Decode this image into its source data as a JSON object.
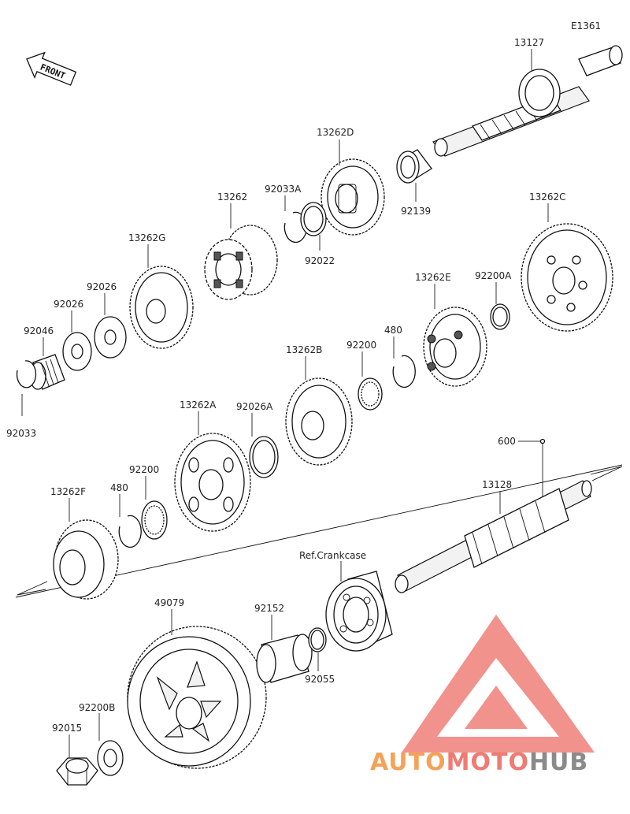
{
  "diagram": {
    "code": "E1361",
    "front_label": "FRONT",
    "parts": [
      {
        "id": "13127"
      },
      {
        "id": "13262D"
      },
      {
        "id": "92139"
      },
      {
        "id": "92033A"
      },
      {
        "id": "92022"
      },
      {
        "id": "13262"
      },
      {
        "id": "13262C"
      },
      {
        "id": "13262G"
      },
      {
        "id": "92026a",
        "label": "92026"
      },
      {
        "id": "92026b",
        "label": "92026"
      },
      {
        "id": "92046"
      },
      {
        "id": "92033"
      },
      {
        "id": "13262E"
      },
      {
        "id": "92200A"
      },
      {
        "id": "480a",
        "label": "480"
      },
      {
        "id": "92200a",
        "label": "92200"
      },
      {
        "id": "13262B"
      },
      {
        "id": "92026A"
      },
      {
        "id": "13262A"
      },
      {
        "id": "600"
      },
      {
        "id": "13128"
      },
      {
        "id": "13262F"
      },
      {
        "id": "480b",
        "label": "480"
      },
      {
        "id": "92200b",
        "label": "92200"
      },
      {
        "id": "RefCrankcase",
        "label": "Ref.Crankcase"
      },
      {
        "id": "49079"
      },
      {
        "id": "92152"
      },
      {
        "id": "92055"
      },
      {
        "id": "92200B"
      },
      {
        "id": "92015"
      }
    ]
  },
  "watermark": {
    "part1": "AUTO",
    "part2": "MOTO",
    "part3": "HUB",
    "colors": {
      "auto": "#f4a25a",
      "moto": "#ef7b72",
      "hub": "#8a8a8a",
      "logo": "#f08078"
    }
  }
}
